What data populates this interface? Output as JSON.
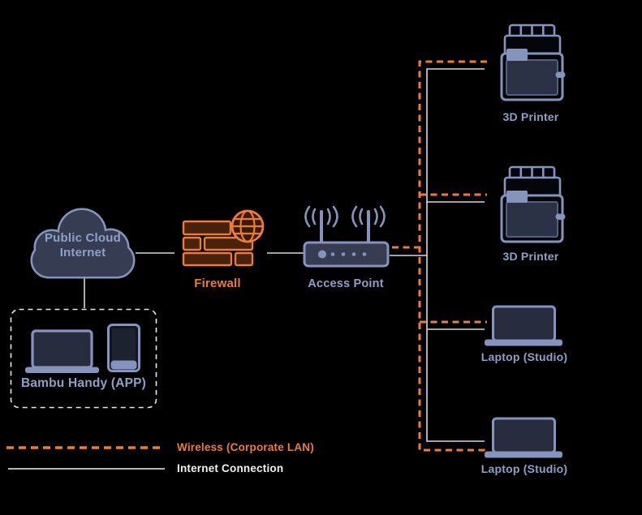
{
  "colors": {
    "bg": "#000000",
    "orange": "#ee7c35",
    "blue": "#8494bd",
    "blue-fill": "#363d52",
    "panel-fill": "#2b3245",
    "panel-stroke": "#525f7e",
    "label-blue": "#8fa0c8",
    "line-gray": "#d6d9de",
    "white": "#f2f2f2",
    "brick-fill": "#47230d",
    "globe-fill": "#381c07"
  },
  "nodes": {
    "cloud": {
      "line1": "Public Cloud",
      "line2": "Internet"
    },
    "firewall": {
      "label": "Firewall"
    },
    "access_point": {
      "label": "Access Point"
    },
    "printer1": {
      "label": "3D Printer"
    },
    "printer2": {
      "label": "3D Printer"
    },
    "laptop1": {
      "label": "Laptop (Studio)"
    },
    "laptop2": {
      "label": "Laptop (Studio)"
    },
    "handy": {
      "label": "Bambu Handy (APP)"
    }
  },
  "legend": {
    "wireless": "Wireless (Corporate LAN)",
    "internet": "Internet Connection"
  },
  "connections": [
    {
      "from": "Public Cloud Internet",
      "to": "Firewall",
      "type": "internet"
    },
    {
      "from": "Firewall",
      "to": "Access Point",
      "type": "internet"
    },
    {
      "from": "Public Cloud Internet",
      "to": "Bambu Handy (APP)",
      "type": "internet"
    },
    {
      "from": "Access Point",
      "to": "3D Printer (top)",
      "type": "wireless + internet"
    },
    {
      "from": "Access Point",
      "to": "3D Printer (second)",
      "type": "wireless + internet"
    },
    {
      "from": "Access Point",
      "to": "Laptop (Studio) (third)",
      "type": "wireless + internet"
    },
    {
      "from": "Access Point",
      "to": "Laptop (Studio) (bottom)",
      "type": "wireless + internet"
    }
  ]
}
